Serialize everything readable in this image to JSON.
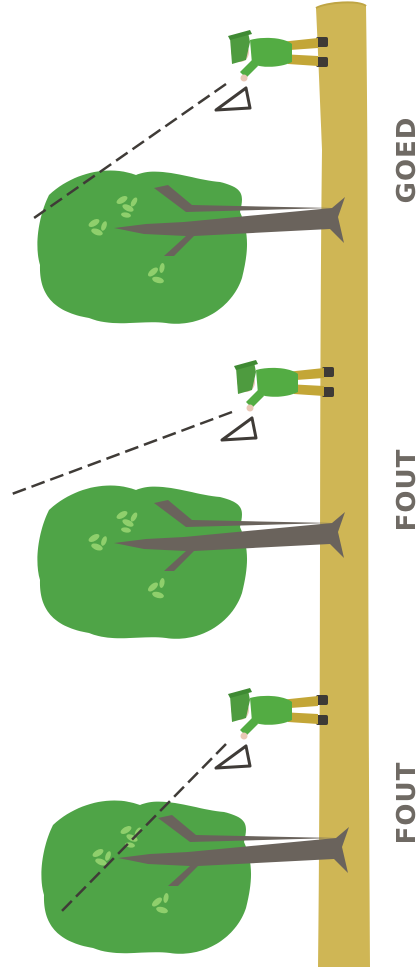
{
  "panels": [
    {
      "label": "GOED"
    },
    {
      "label": "FOUT"
    },
    {
      "label": "FOUT"
    }
  ],
  "colors": {
    "ground": "#cfb655",
    "ground_edge": "#bfa544",
    "foliage": "#4fa447",
    "foliage_light": "#8fcf6c",
    "trunk": "#6a635c",
    "shirt": "#53ac43",
    "hat": "#4e9b3f",
    "trousers": "#c3a637",
    "boots": "#3e3a36",
    "skin": "#e9c8b6",
    "sight_line": "#3f3b37",
    "label": "#6f6a64"
  }
}
